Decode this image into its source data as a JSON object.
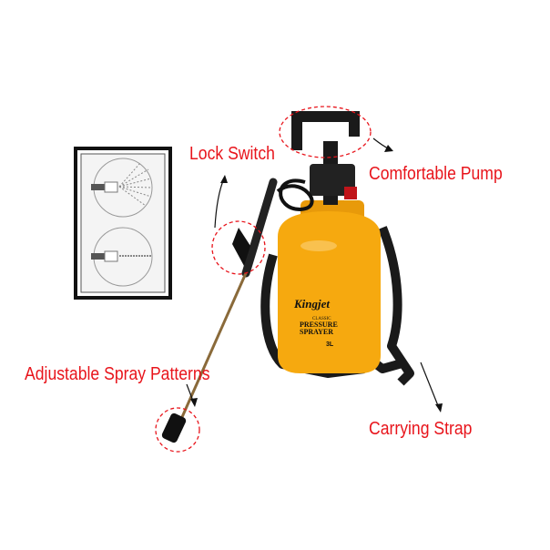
{
  "callouts": {
    "lock_switch": "Lock Switch",
    "comfortable_pump": "Comfortable Pump",
    "adjustable_spray": "Adjustable Spray Patterns",
    "carrying_strap": "Carrying Strap"
  },
  "product_print": {
    "brand": "Kingjet",
    "line1": "CLASSIC",
    "line2": "PRESSURE",
    "line3": "SPRAYER",
    "capacity": "3L"
  },
  "inset": {
    "icons": [
      "fan-spray-pattern-icon",
      "jet-stream-pattern-icon"
    ]
  },
  "colors": {
    "callout": "#e8141b",
    "tank": "#f6a90f",
    "strap": "#1a1a1a"
  }
}
